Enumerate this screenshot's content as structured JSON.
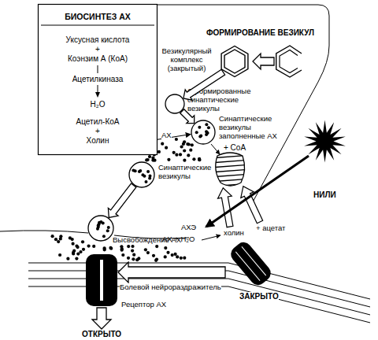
{
  "diagram": {
    "nodes": [
      {
        "text": [
          "БИОСИНТЕЗ АХ",
          "Уксусная кислота",
          "+",
          "Коэнзим А (КоА)",
          "Ацетилкиназа",
          "H₂O",
          "Ацетил-КоА",
          "+",
          "Холин"
        ]
      },
      {
        "text": [
          "Везикулярный комплекс (закрытый)"
        ]
      },
      {
        "text": [
          "Сформированные синаптические везикулы"
        ]
      },
      {
        "text": [
          "Синаптические везикулы заполненные АХ"
        ]
      },
      {
        "text": [
          "Синаптические везикулы"
        ]
      },
      {
        "text": [
          "Высвобождение АХ"
        ]
      },
      {
        "text": [
          "Рецептор АХ"
        ]
      },
      {
        "text": [
          "ЗАКРЫТО"
        ]
      },
      {
        "text": [
          "НИЛИ"
        ]
      }
    ],
    "edges": [
      {
        "from": 1,
        "to": 2,
        "arrow": "to"
      },
      {
        "from": 2,
        "to": 3,
        "arrow": "to"
      },
      {
        "from": 0,
        "to": 3,
        "label": "АХ",
        "arrow": "to"
      },
      {
        "from": 4,
        "to": 5,
        "arrow": "to"
      },
      {
        "from": 7,
        "to": 6,
        "label": "Болевой нейрораздражитель",
        "arrow": "to"
      }
    ],
    "labels": [
      "ФОРМИРОВАНИЕ ВЕЗИКУЛ",
      "+ CoA",
      "АХЭ",
      "АХ + H₂O",
      "холин",
      "+ ацетат",
      "ОТКРЫТО"
    ]
  }
}
